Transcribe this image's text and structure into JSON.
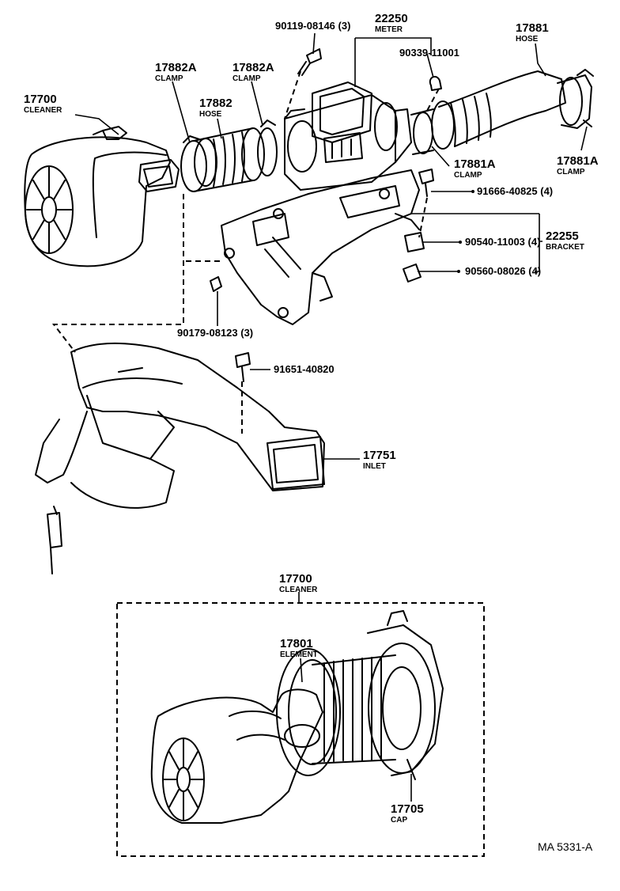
{
  "callouts": {
    "c_17700_top": {
      "number": "17700",
      "name": "CLEANER"
    },
    "c_17882a_left": {
      "number": "17882A",
      "name": "CLAMP"
    },
    "c_17882a_right": {
      "number": "17882A",
      "name": "CLAMP"
    },
    "c_17882": {
      "number": "17882",
      "name": "HOSE"
    },
    "c_90119": {
      "number": "90119-08146 (3)"
    },
    "c_22250": {
      "number": "22250",
      "name": "METER"
    },
    "c_90339": {
      "number": "90339-11001"
    },
    "c_17881": {
      "number": "17881",
      "name": "HOSE"
    },
    "c_17881a_mid": {
      "number": "17881A",
      "name": "CLAMP"
    },
    "c_17881a_right": {
      "number": "17881A",
      "name": "CLAMP"
    },
    "c_91666": {
      "number": "91666-40825 (4)"
    },
    "c_90540": {
      "number": "90540-11003 (4)"
    },
    "c_22255": {
      "number": "22255",
      "name": "BRACKET"
    },
    "c_90560": {
      "number": "90560-08026 (4)"
    },
    "c_90179": {
      "number": "90179-08123 (3)"
    },
    "c_91651": {
      "number": "91651-40820"
    },
    "c_17751": {
      "number": "17751",
      "name": "INLET"
    },
    "c_17700_bottom": {
      "number": "17700",
      "name": "CLEANER"
    },
    "c_17801": {
      "number": "17801",
      "name": "ELEMENT"
    },
    "c_17705": {
      "number": "17705",
      "name": "CAP"
    }
  },
  "footer": {
    "code": "MA  5331-A"
  }
}
